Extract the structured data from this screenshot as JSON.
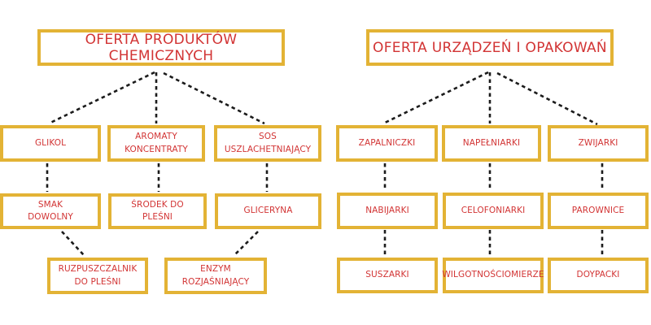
{
  "colors": {
    "background": "#ffffff",
    "box_border_gold": "#e3b335",
    "text_red": "#d23434",
    "connector_black": "#1b1b1b"
  },
  "left_tree": {
    "title": "OFERTA PRODUKTÓW CHEMICZNYCH",
    "level1": [
      "GLIKOL",
      "AROMATY\nKONCENTRATY",
      "SOS\nUSZLACHETNIAJĄCY"
    ],
    "level2": [
      "SMAK\nDOWOLNY",
      "ŚRODEK DO\nPLEŚNI",
      "GLICERYNA"
    ],
    "level3": [
      "RUZPUSZCZALNIK\nDO PLEŚNI",
      "ENZYM\nROZJAŚNIAJĄCY"
    ],
    "connections": [
      [
        "OFERTA PRODUKTÓW CHEMICZNYCH",
        "GLIKOL"
      ],
      [
        "OFERTA PRODUKTÓW CHEMICZNYCH",
        "AROMATY KONCENTRATY"
      ],
      [
        "OFERTA PRODUKTÓW CHEMICZNYCH",
        "SOS USZLACHETNIAJĄCY"
      ],
      [
        "GLIKOL",
        "SMAK DOWOLNY"
      ],
      [
        "AROMATY KONCENTRATY",
        "ŚRODEK DO PLEŚNI"
      ],
      [
        "SOS USZLACHETNIAJĄCY",
        "GLICERYNA"
      ],
      [
        "SMAK DOWOLNY",
        "RUZPUSZCZALNIK DO PLEŚNI"
      ],
      [
        "GLICERYNA",
        "ENZYM ROZJAŚNIAJĄCY"
      ]
    ]
  },
  "right_tree": {
    "title": "OFERTA URZĄDZEŃ I OPAKOWAŃ",
    "level1": [
      "ZAPALNICZKI",
      "NAPEŁNIARKI",
      "ZWIJARKI"
    ],
    "level2": [
      "NABIJARKI",
      "CELOFONIARKI",
      "PAROWNICE"
    ],
    "level3": [
      "SUSZARKI",
      "WILGOTNOŚCIOMIERZE",
      "DOYPACKI"
    ],
    "connections": [
      [
        "OFERTA URZĄDZEŃ I OPAKOWAŃ",
        "ZAPALNICZKI"
      ],
      [
        "OFERTA URZĄDZEŃ I OPAKOWAŃ",
        "NAPEŁNIARKI"
      ],
      [
        "OFERTA URZĄDZEŃ I OPAKOWAŃ",
        "ZWIJARKI"
      ],
      [
        "ZAPALNICZKI",
        "NABIJARKI"
      ],
      [
        "NAPEŁNIARKI",
        "CELOFONIARKI"
      ],
      [
        "ZWIJARKI",
        "PAROWNICE"
      ],
      [
        "NABIJARKI",
        "SUSZARKI"
      ],
      [
        "CELOFONIARKI",
        "WILGOTNOŚCIOMIERZE"
      ],
      [
        "PAROWNICE",
        "DOYPACKI"
      ]
    ]
  }
}
